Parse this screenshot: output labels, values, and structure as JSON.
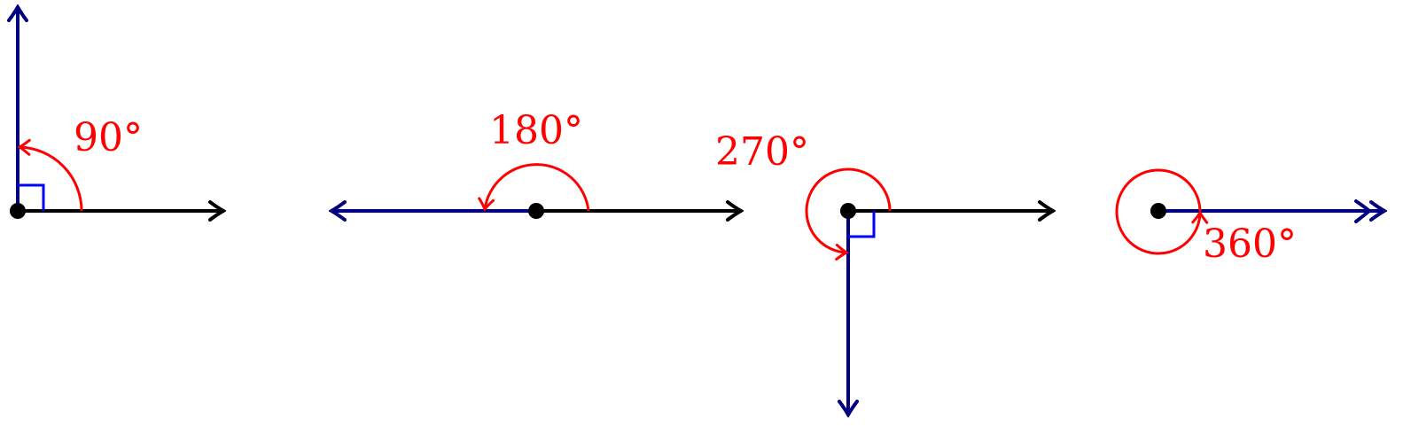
{
  "colors": {
    "initial_ray": "#000000",
    "terminal_ray": "#000080",
    "angle_arc": "#ff0000",
    "right_angle_mark": "#0000ff",
    "vertex": "#000000"
  },
  "angles": [
    {
      "degrees": 90,
      "label": "90°",
      "right_angle_mark": true,
      "terminal_direction": "up"
    },
    {
      "degrees": 180,
      "label": "180°",
      "right_angle_mark": false,
      "terminal_direction": "left"
    },
    {
      "degrees": 270,
      "label": "270°",
      "right_angle_mark": true,
      "terminal_direction": "down"
    },
    {
      "degrees": 360,
      "label": "360°",
      "right_angle_mark": false,
      "terminal_direction": "right"
    }
  ]
}
